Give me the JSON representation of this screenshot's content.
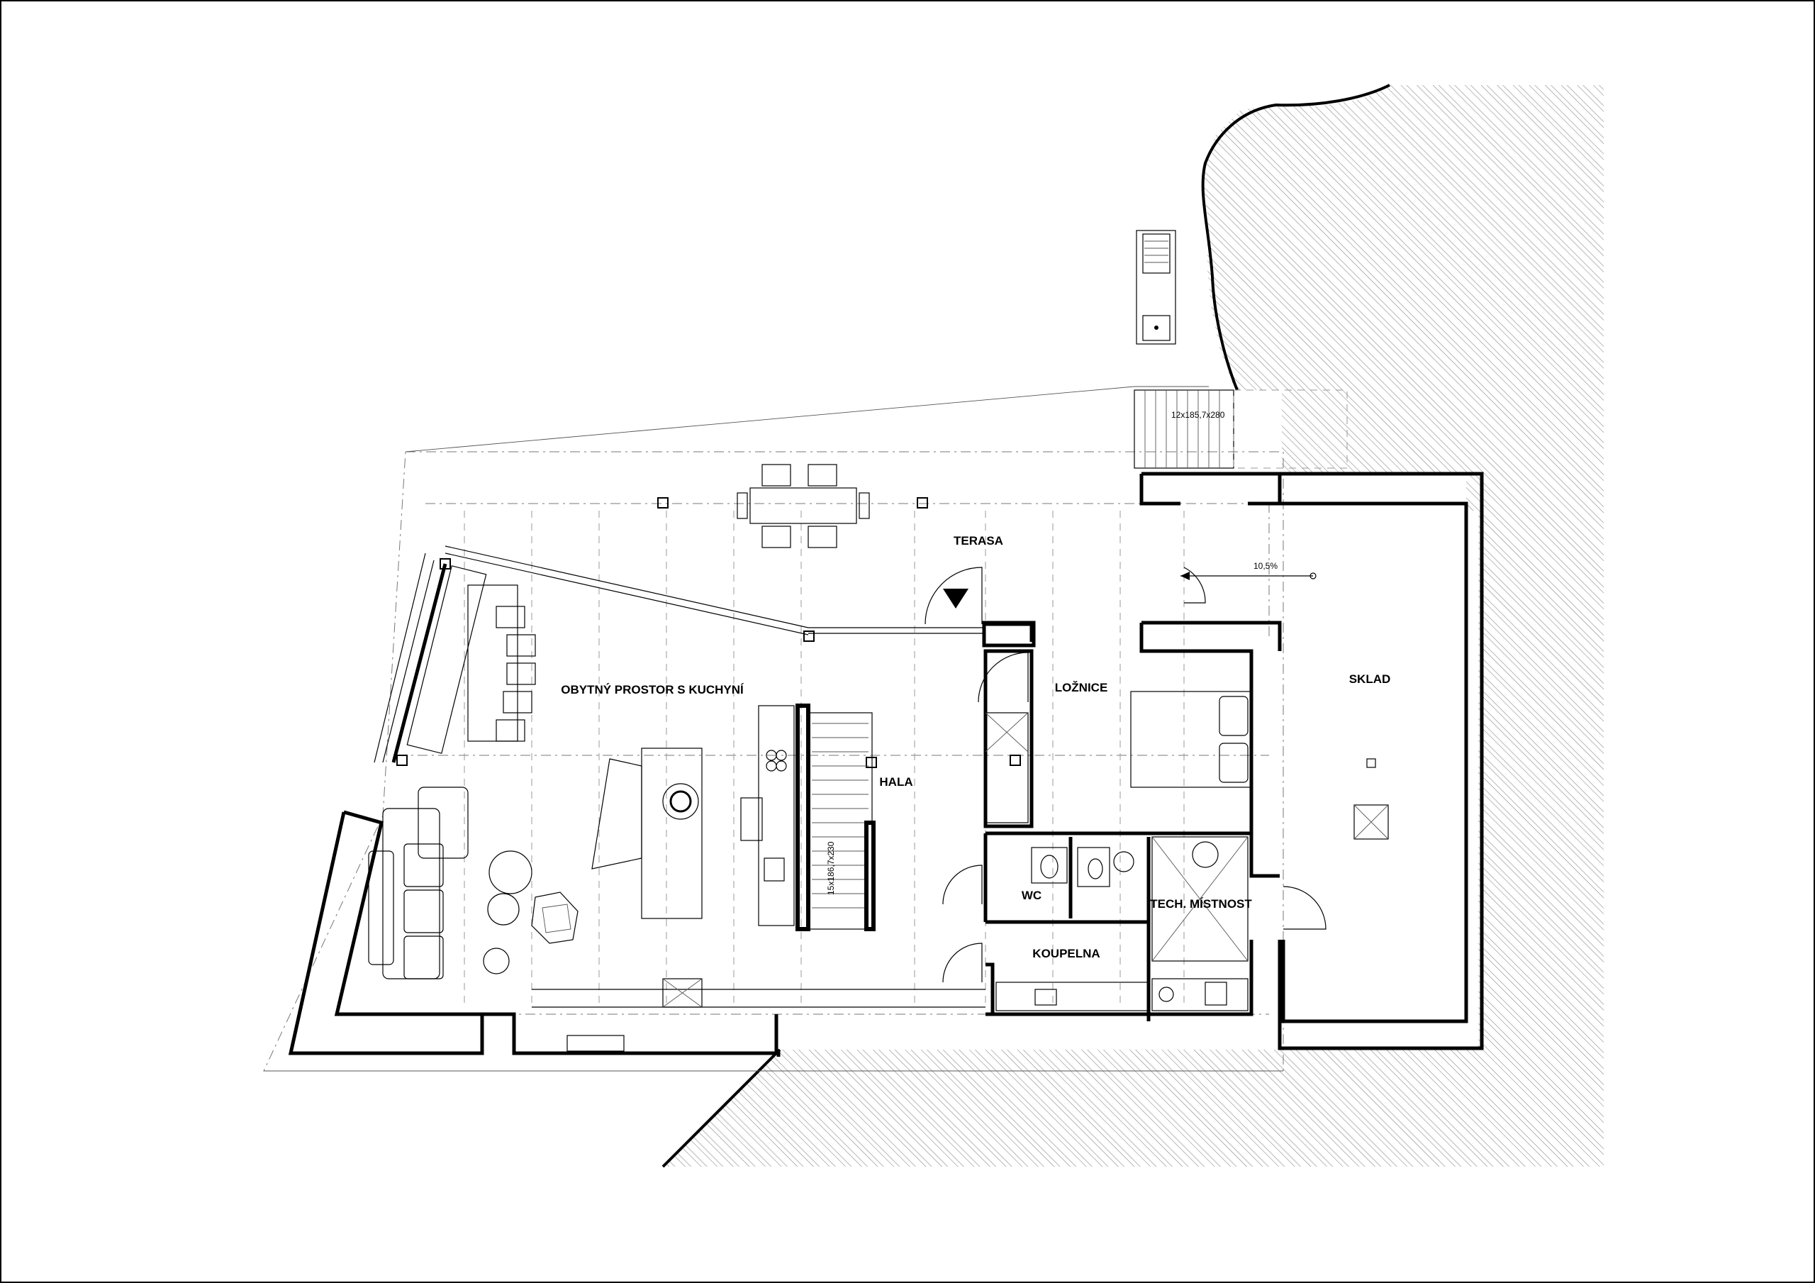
{
  "plan": {
    "rooms": {
      "living": "OBYTNÝ PROSTOR S KUCHYNÍ",
      "terrace": "TERASA",
      "hall": "HALA",
      "bedroom": "LOŽNICE",
      "storage": "SKLAD",
      "wc": "WC",
      "tech": "TECH. MÍSTNOST",
      "bathroom": "KOUPELNA"
    },
    "dimensions": {
      "outdoor_stairs": "12x185,7x280",
      "indoor_stairs": "15x186,7x230",
      "slope": "10,5%"
    }
  }
}
